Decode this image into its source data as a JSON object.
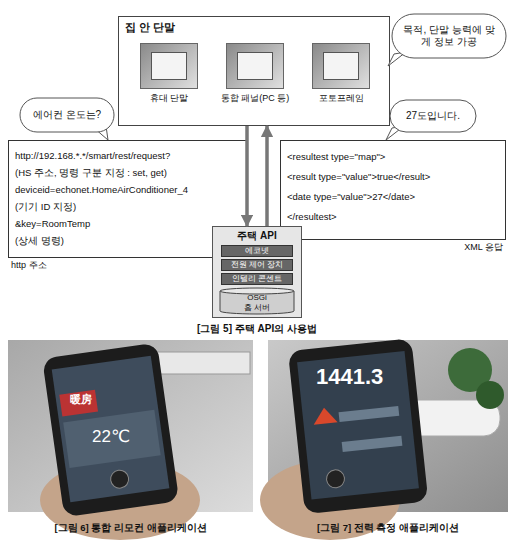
{
  "diagram": {
    "nodes": [
      {
        "text": [
          "집 안 단말"
        ]
      },
      {
        "text": [
          "휴대 단말"
        ],
        "in": 0
      },
      {
        "text": [
          "통합 패널(PC 등)"
        ],
        "in": 0
      },
      {
        "text": [
          "포토프레임"
        ],
        "in": 0
      },
      {
        "text": [
          "목적, 단말 능력에 맞게 정보 가공"
        ]
      },
      {
        "text": [
          "에어컨 온도는?"
        ]
      },
      {
        "text": [
          "http://192.168.*.*/smart/rest/request?",
          "(HS 주소, 명령 구분 지정 : set, get)",
          "deviceid=echonet.HomeAirConditioner_4",
          "(기기 ID 지정)",
          "&key=RoomTemp",
          "(상세 명령)",
          "http 주소"
        ]
      },
      {
        "text": [
          "27도입니다."
        ]
      },
      {
        "text": [
          "<resultest type=\"map\">",
          "<result type=\"value\">true</result>",
          "<date type=\"value\">27</date>",
          "</resultest>",
          "XML 응답"
        ]
      },
      {
        "text": [
          "주택 API"
        ]
      },
      {
        "text": [
          "에코넷"
        ],
        "in": 9
      },
      {
        "text": [
          "전원 제어 장치"
        ],
        "in": 9
      },
      {
        "text": [
          "인텔리 콘센트"
        ],
        "in": 9
      },
      {
        "text": [
          "OSGi",
          "홈 서버"
        ],
        "in": 9
      }
    ],
    "edges": [
      {
        "from": 0,
        "to": 9,
        "arrow": "to"
      },
      {
        "from": 9,
        "to": 0,
        "arrow": "to"
      }
    ],
    "labels": [
      "[그림 5] 주택 API의 사용법",
      "[그림 6] 통합 리모컨 애플리케이션",
      "[그림 7] 전력 측정 애플리케이션",
      "暖房",
      "22℃",
      "1441.3"
    ]
  }
}
